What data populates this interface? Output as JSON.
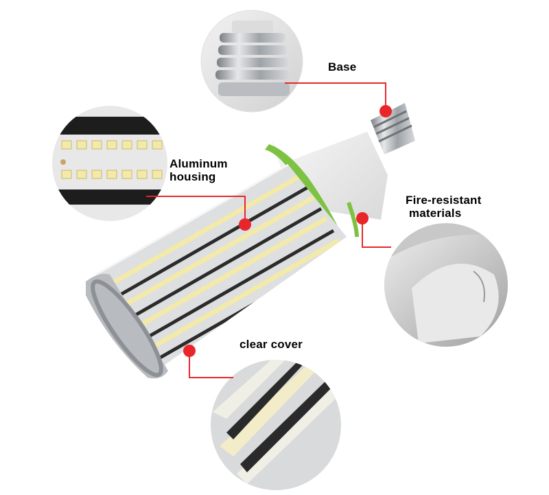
{
  "labels": {
    "base": "Base",
    "aluminum_line1": "Aluminum",
    "aluminum_line2": "housing",
    "fire_line1": "Fire-resistant",
    "fire_line2": " materials",
    "clear_cover": "clear cover"
  },
  "colors": {
    "callout_red": "#e8262a",
    "green_ring": "#7dc242",
    "housing_white": "#f2f2f2",
    "led_yellow": "#f3e9a8",
    "aluminum_gray": "#b8bcc0"
  },
  "icons": {
    "callout_marker": "red-dot",
    "detail_views": "circular-zoom-inset"
  }
}
